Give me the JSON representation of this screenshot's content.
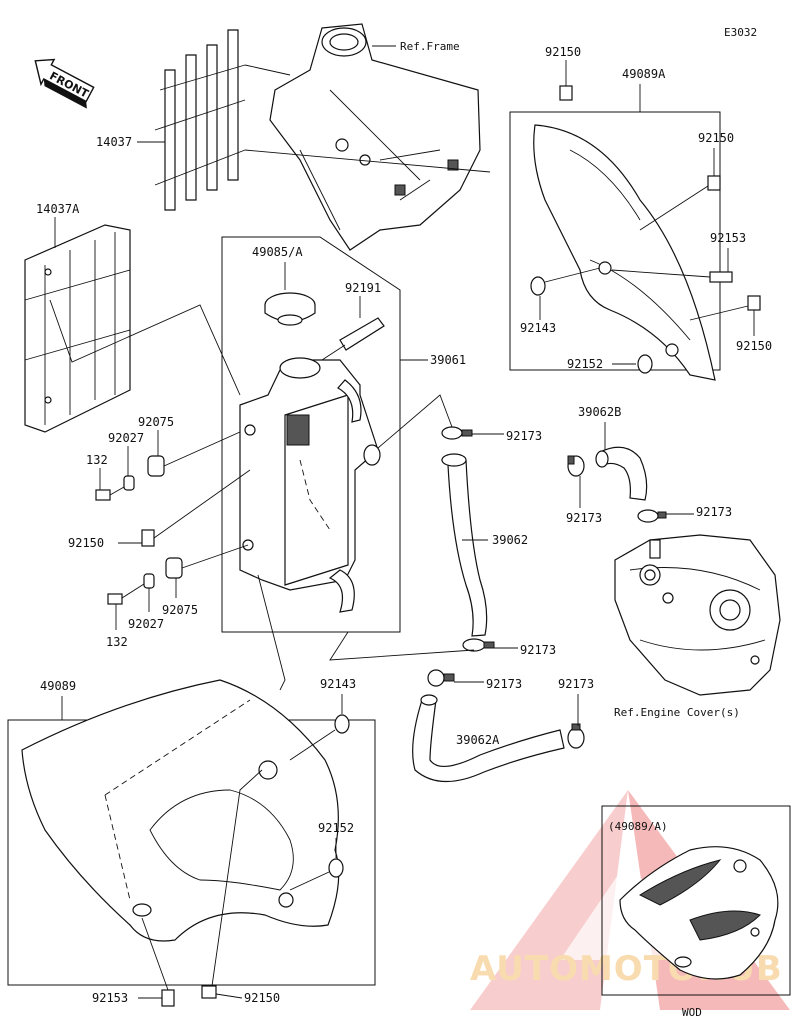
{
  "diagram": {
    "code": "E3032",
    "front_label": "FRONT",
    "refs": {
      "frame": "Ref.Frame",
      "engine_cover": "Ref.Engine Cover(s)"
    },
    "inset": {
      "title": "(49089/A)",
      "variant": "WOD"
    },
    "watermark": "AUTOMOTOHUB",
    "labels": {
      "p14037": "14037",
      "p14037A": "14037A",
      "p49085A": "49085/A",
      "p92191": "92191",
      "p39061": "39061",
      "p92150_top": "92150",
      "p49089A": "49089A",
      "p92150_r1": "92150",
      "p92153_r": "92153",
      "p92143_r": "92143",
      "p92150_r2": "92150",
      "p92152_r": "92152",
      "p39062B": "39062B",
      "p92173_a": "92173",
      "p92173_b": "92173",
      "p92173_c": "92173",
      "p92075_a": "92075",
      "p92027_a": "92027",
      "p132_a": "132",
      "p92150_l": "92150",
      "p39062": "39062",
      "p92075_b": "92075",
      "p92027_b": "92027",
      "p132_b": "132",
      "p92173_d": "92173",
      "p92173_e": "92173",
      "p92173_f": "92173",
      "p39062A": "39062A",
      "p49089": "49089",
      "p92143_b": "92143",
      "p92152_b": "92152",
      "p92153_b": "92153",
      "p92150_b": "92150"
    }
  }
}
